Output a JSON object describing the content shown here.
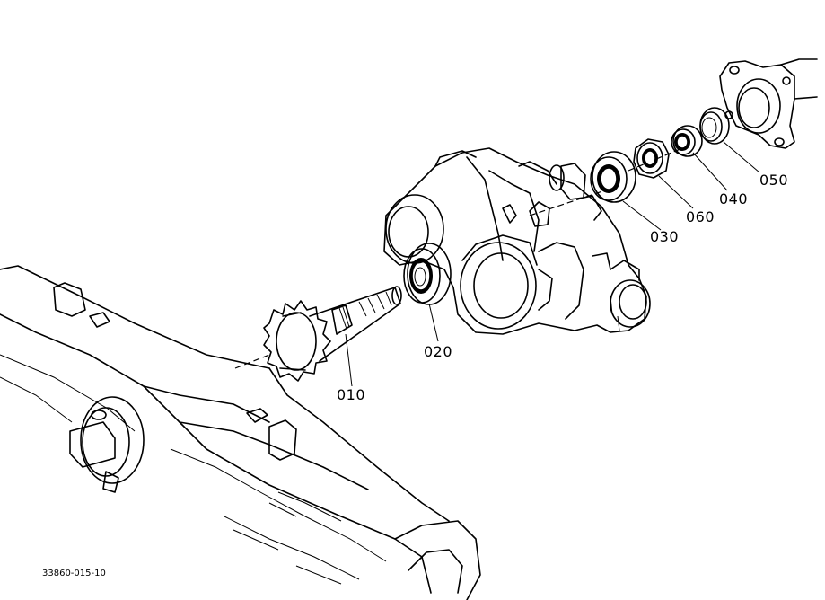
{
  "parts": {
    "p010": "010",
    "p020": "020",
    "p030": "030",
    "p040": "040",
    "p050": "050",
    "p060": "060"
  },
  "drawing_ref": "33860-015-10"
}
